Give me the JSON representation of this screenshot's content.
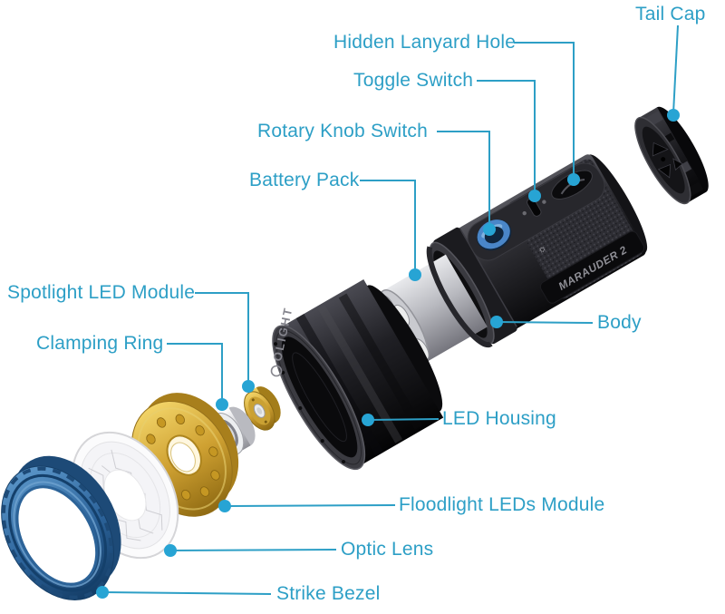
{
  "colors": {
    "accent": "#2D9FC6",
    "leader_dot": "#27A4D4",
    "strike_bezel_blue": "#2F6FA5",
    "module_gold": "#D2A334",
    "knob_blue": "#4A86C8",
    "background": "#FFFFFF"
  },
  "product": {
    "brand": "OLIGHT",
    "model": "MARAUDER 2"
  },
  "labels": {
    "tail_cap": "Tail Cap",
    "hidden_lanyard_hole": "Hidden Lanyard Hole",
    "toggle_switch": "Toggle Switch",
    "rotary_knob_switch": "Rotary Knob Switch",
    "battery_pack": "Battery Pack",
    "spotlight_led_module": "Spotlight LED Module",
    "clamping_ring": "Clamping Ring",
    "body": "Body",
    "led_housing": "LED Housing",
    "floodlight_leds_module": "Floodlight LEDs Module",
    "optic_lens": "Optic Lens",
    "strike_bezel": "Strike Bezel"
  }
}
